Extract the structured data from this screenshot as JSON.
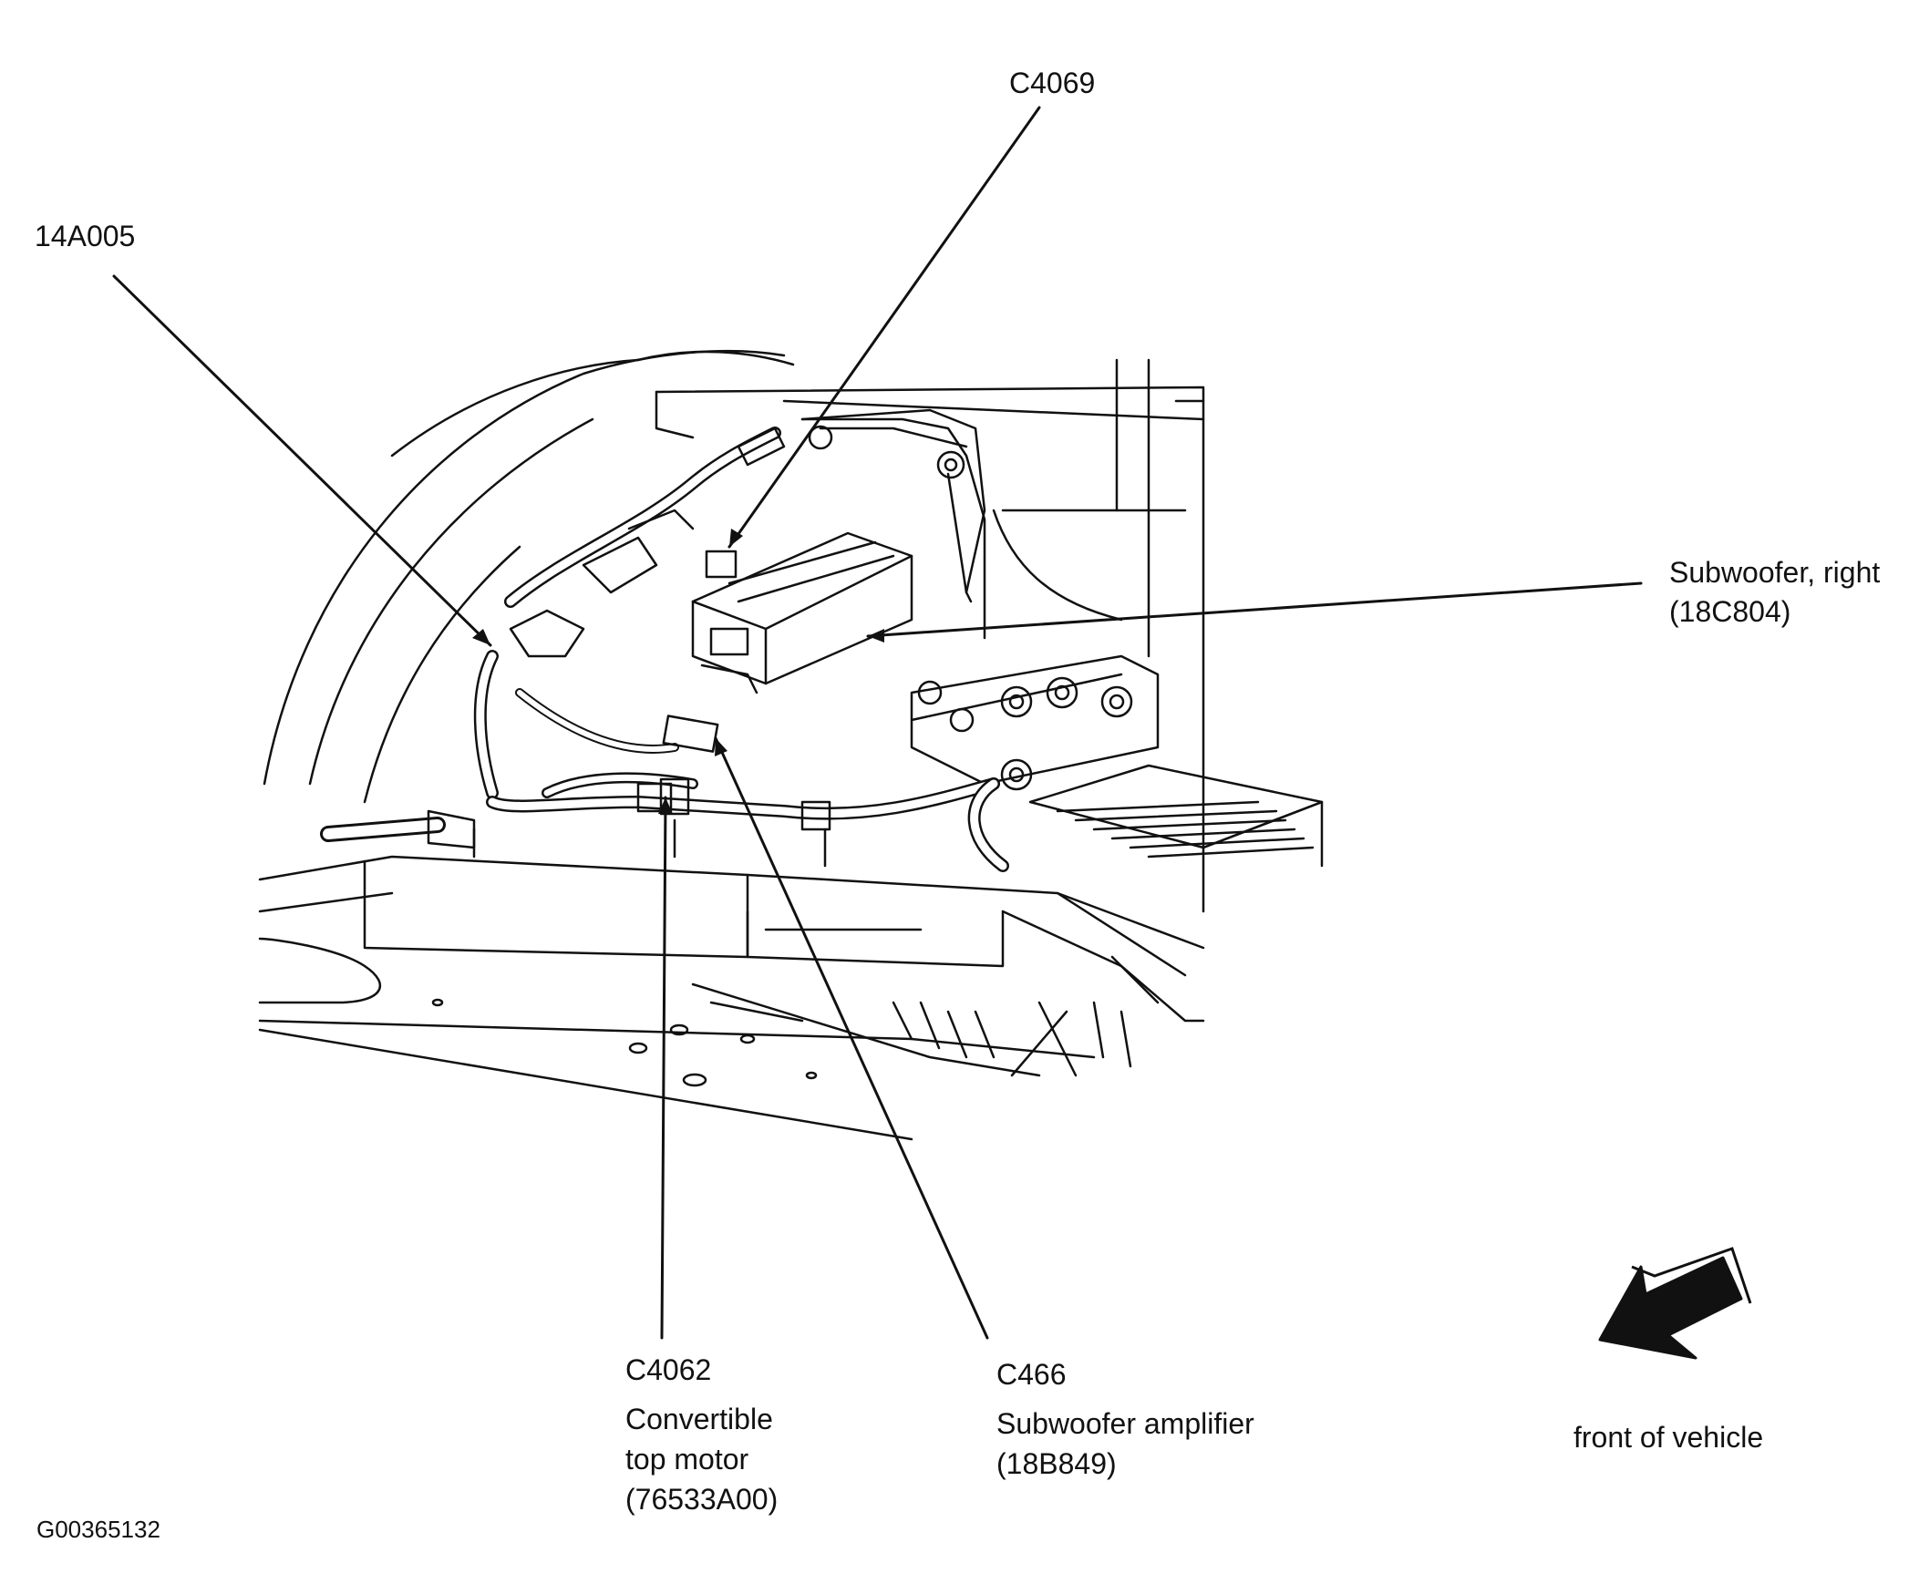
{
  "labels": {
    "harness": "14A005",
    "c4069": "C4069",
    "subwoofer_right": {
      "line1": "Subwoofer, right",
      "line2": "(18C804)"
    },
    "c4062": {
      "connector": "C4062",
      "line1": "Convertible",
      "line2": "top motor",
      "line3": "(76533A00)"
    },
    "c466": {
      "connector": "C466",
      "line1": "Subwoofer amplifier",
      "line2": "(18B849)"
    },
    "direction": "front of vehicle",
    "figure_id": "G00365132"
  },
  "icons": {
    "direction_arrow": "front-direction-arrow-icon"
  },
  "colors": {
    "ink": "#111111",
    "paper": "#ffffff"
  }
}
